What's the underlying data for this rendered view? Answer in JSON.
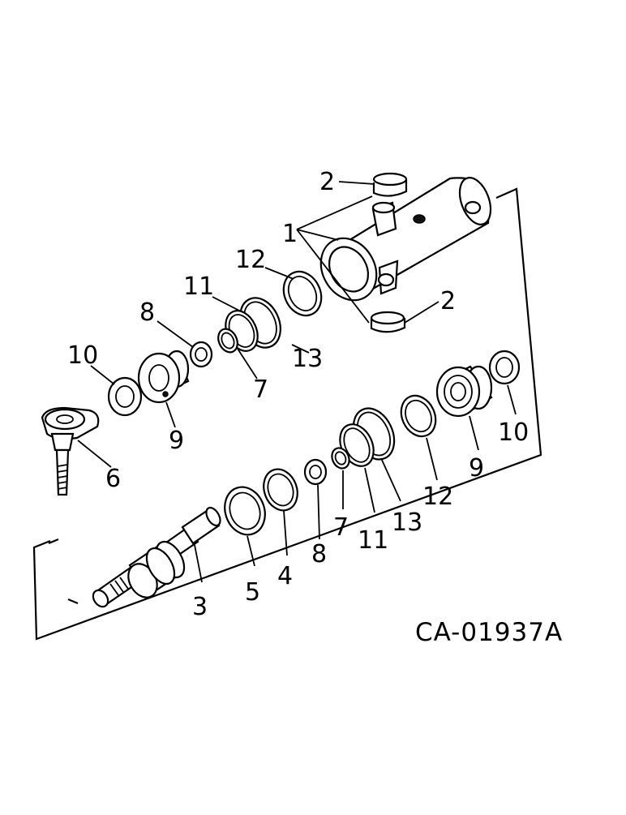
{
  "diagram": {
    "drawing_code": "CA-01937A",
    "labels": [
      {
        "id": "l2a",
        "text": "2"
      },
      {
        "id": "l1",
        "text": "1"
      },
      {
        "id": "l2b",
        "text": "2"
      },
      {
        "id": "l12a",
        "text": "12"
      },
      {
        "id": "l11a",
        "text": "11"
      },
      {
        "id": "l8a",
        "text": "8"
      },
      {
        "id": "l13a",
        "text": "13"
      },
      {
        "id": "l7a",
        "text": "7"
      },
      {
        "id": "l10a",
        "text": "10"
      },
      {
        "id": "l9a",
        "text": "9"
      },
      {
        "id": "l6",
        "text": "6"
      },
      {
        "id": "l10b",
        "text": "10"
      },
      {
        "id": "l9b",
        "text": "9"
      },
      {
        "id": "l12b",
        "text": "12"
      },
      {
        "id": "l13b",
        "text": "13"
      },
      {
        "id": "l11b",
        "text": "11"
      },
      {
        "id": "l7b",
        "text": "7"
      },
      {
        "id": "l8b",
        "text": "8"
      },
      {
        "id": "l4",
        "text": "4"
      },
      {
        "id": "l5",
        "text": "5"
      },
      {
        "id": "l3",
        "text": "3"
      }
    ]
  }
}
